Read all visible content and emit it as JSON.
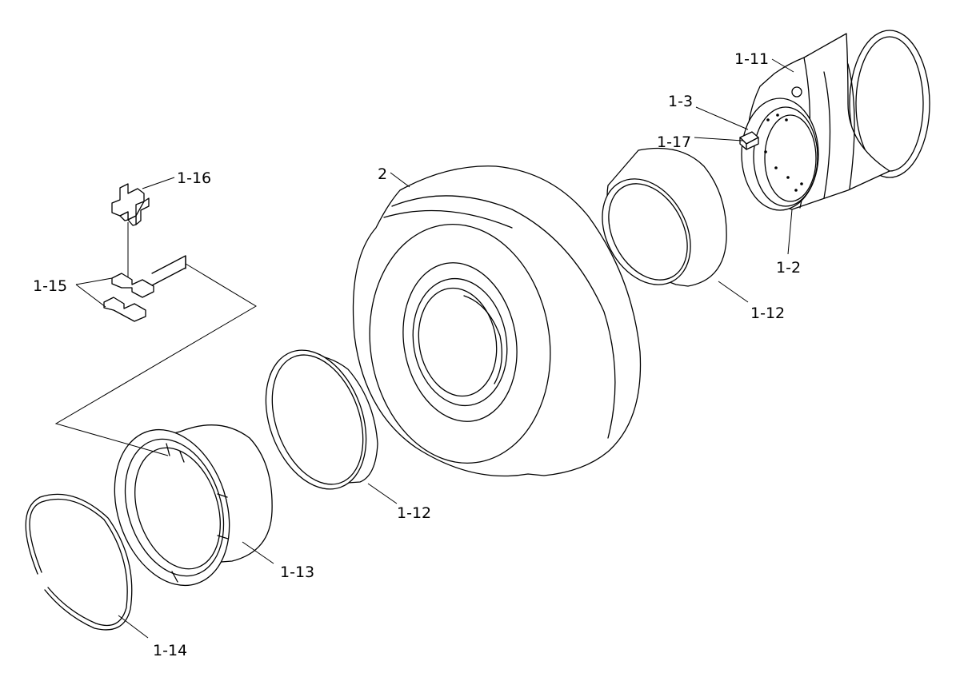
{
  "labels": {
    "l_1_11": "1-11",
    "l_1_3": "1-3",
    "l_1_17": "1-17",
    "l_1_16": "1-16",
    "l_2": "2",
    "l_1_15": "1-15",
    "l_1_2": "1-2",
    "l_1_12_right": "1-12",
    "l_1_12_left": "1-12",
    "l_1_13": "1-13",
    "l_1_14": "1-14"
  },
  "colors": {
    "line": "#000000",
    "background": "#ffffff"
  }
}
